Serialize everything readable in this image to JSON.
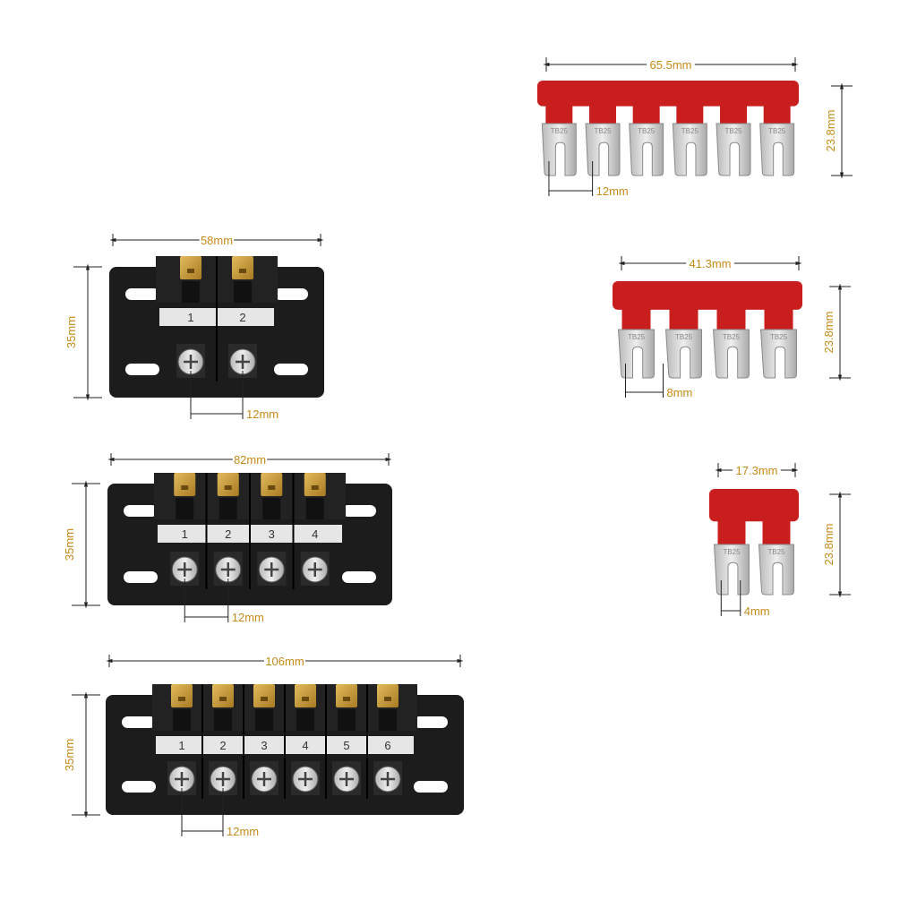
{
  "blocks": [
    {
      "width_label": "58mm",
      "height_label": "35mm",
      "pitch_label": "12mm",
      "positions": [
        "1",
        "2"
      ]
    },
    {
      "width_label": "82mm",
      "height_label": "35mm",
      "pitch_label": "12mm",
      "positions": [
        "1",
        "2",
        "3",
        "4"
      ]
    },
    {
      "width_label": "106mm",
      "height_label": "35mm",
      "pitch_label": "12mm",
      "positions": [
        "1",
        "2",
        "3",
        "4",
        "5",
        "6"
      ]
    }
  ],
  "jumpers": [
    {
      "width_label": "65.5mm",
      "height_label": "23.8mm",
      "pitch_label": "12mm",
      "prong_label": "TB25",
      "prongs": 6
    },
    {
      "width_label": "41.3mm",
      "height_label": "23.8mm",
      "pitch_label": "8mm",
      "prong_label": "TB25",
      "prongs": 4
    },
    {
      "width_label": "17.3mm",
      "height_label": "23.8mm",
      "pitch_label": "4mm",
      "prong_label": "TB25",
      "prongs": 2
    }
  ],
  "colors": {
    "dimension_text": "#c58b1a",
    "block_body": "#1c1c1c",
    "jumper_bar": "#c81e1e",
    "terminal": "#c99a36"
  }
}
